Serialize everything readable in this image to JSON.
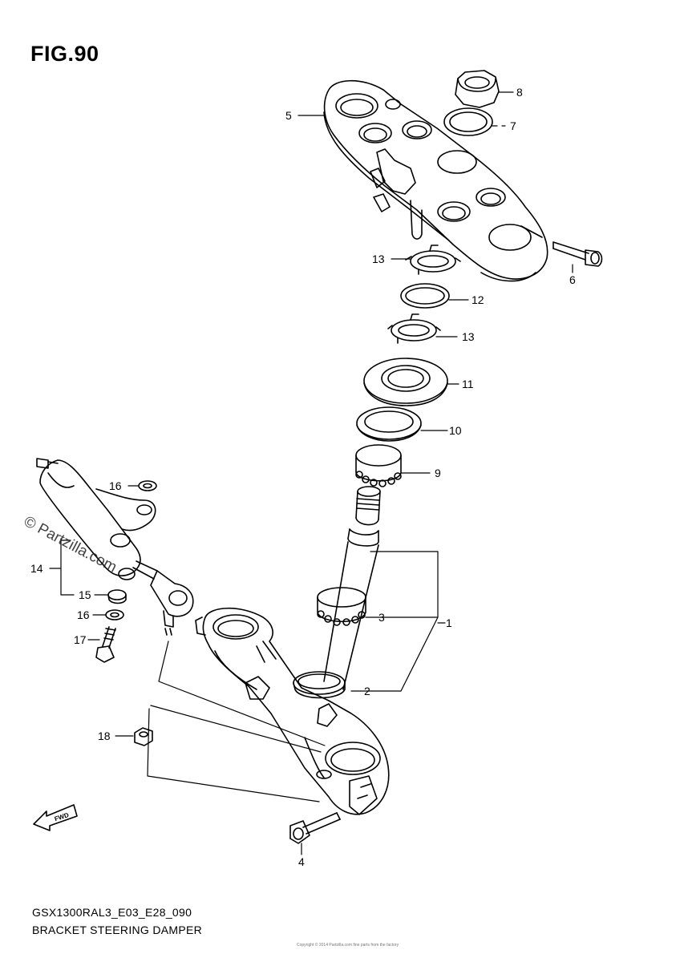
{
  "figure": {
    "title": "FIG.90",
    "code": "GSX1300RAL3_E03_E28_090",
    "name": "BRACKET STEERING DAMPER"
  },
  "watermark": "© Partzilla.com",
  "fine_print": "Copyright © 2014 Partzilla.com fine parts from the factory",
  "fwd_label": "FWD",
  "callouts": {
    "p1": "1",
    "p2": "2",
    "p3": "3",
    "p4": "4",
    "p5": "5",
    "p6": "6",
    "p7": "7",
    "p8": "8",
    "p9": "9",
    "p10": "10",
    "p11": "11",
    "p12": "12",
    "p13a": "13",
    "p13b": "13",
    "p14": "14",
    "p15": "15",
    "p16a": "16",
    "p16b": "16",
    "p17": "17",
    "p18": "18"
  }
}
